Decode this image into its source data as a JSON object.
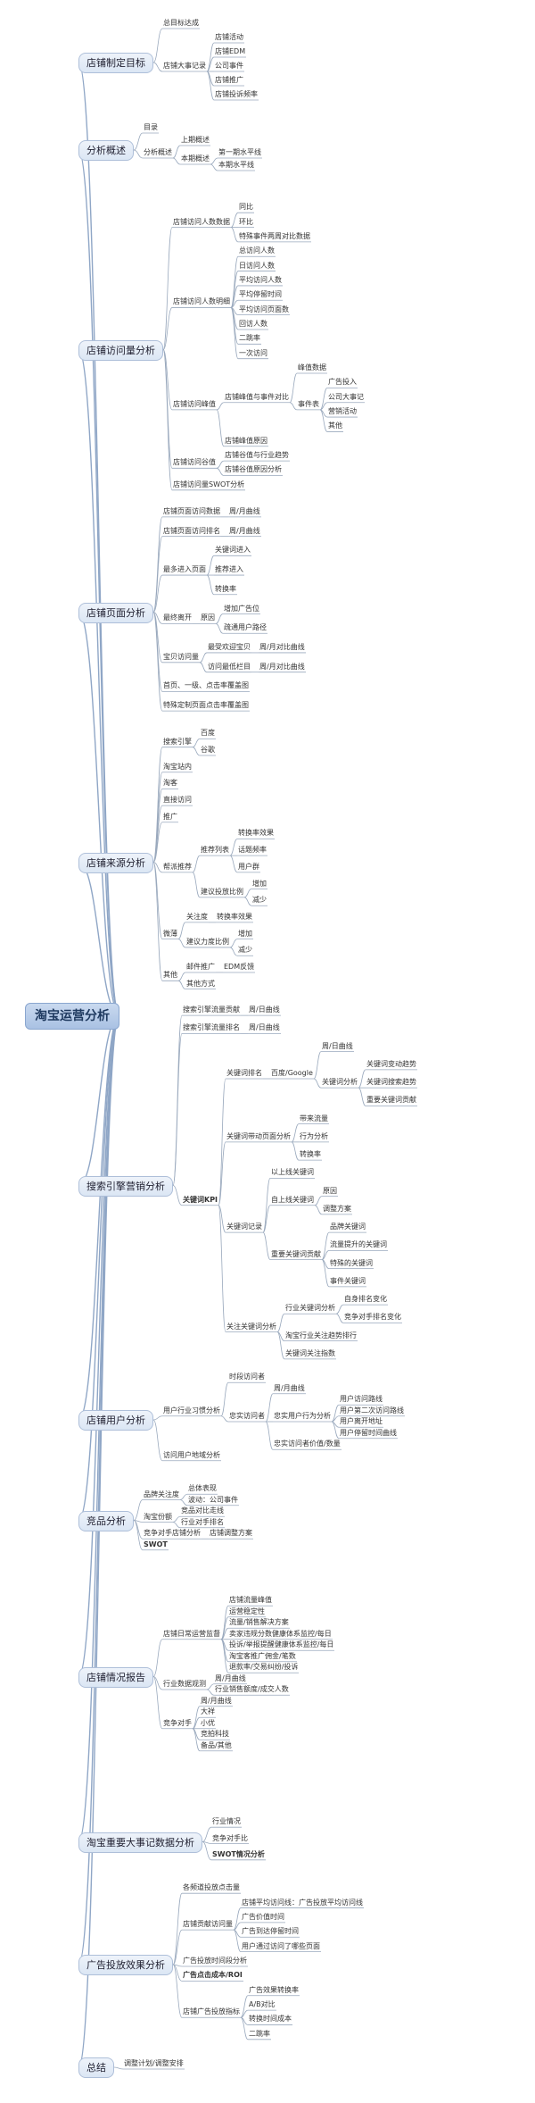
{
  "mindmap": {
    "root": "淘宝运营分析",
    "branches": [
      {
        "label": "店铺制定目标",
        "children": [
          {
            "label": "总目标达成"
          },
          {
            "label": "店铺大事记录",
            "children": [
              {
                "label": "店铺活动"
              },
              {
                "label": "店铺EDM"
              },
              {
                "label": "公司事件"
              },
              {
                "label": "店铺推广"
              },
              {
                "label": "店铺投诉频率"
              }
            ]
          }
        ]
      },
      {
        "label": "分析概述",
        "children": [
          {
            "label": "目录"
          },
          {
            "label": "分析概述",
            "children": [
              {
                "label": "上期概述"
              },
              {
                "label": "本期概述",
                "children": [
                  {
                    "label": "第一期水平线"
                  },
                  {
                    "label": "本期水平线"
                  }
                ]
              }
            ]
          }
        ]
      },
      {
        "label": "店铺访问量分析",
        "children": [
          {
            "label": "店铺访问人数数据",
            "children": [
              {
                "label": "同比"
              },
              {
                "label": "环比"
              },
              {
                "label": "特殊事件两周对比数据"
              }
            ]
          },
          {
            "label": "店铺访问人数明细",
            "children": [
              {
                "label": "总访问人数"
              },
              {
                "label": "日访问人数"
              },
              {
                "label": "平均访问人数"
              },
              {
                "label": "平均停留时间"
              },
              {
                "label": "平均访问页面数"
              },
              {
                "label": "回访人数"
              },
              {
                "label": "二跳率"
              },
              {
                "label": "一次访问"
              }
            ]
          },
          {
            "label": "店铺访问峰值",
            "children": [
              {
                "label": "店铺峰值与事件对比",
                "children": [
                  {
                    "label": "峰值数据"
                  },
                  {
                    "label": "事件表",
                    "children": [
                      {
                        "label": "广告投入"
                      },
                      {
                        "label": "公司大事记"
                      },
                      {
                        "label": "营销活动"
                      },
                      {
                        "label": "其他"
                      }
                    ]
                  }
                ]
              },
              {
                "label": "店铺峰值原因"
              }
            ]
          },
          {
            "label": "店铺访问谷值",
            "children": [
              {
                "label": "店铺谷值与行业趋势"
              },
              {
                "label": "店铺谷值原因分析"
              }
            ]
          },
          {
            "label": "店铺访问量SWOT分析"
          }
        ]
      },
      {
        "label": "店铺页面分析",
        "children": [
          {
            "label": "店铺页面访问数据",
            "children": [
              {
                "label": "周/月曲线"
              }
            ]
          },
          {
            "label": "店铺页面访问排名",
            "children": [
              {
                "label": "周/月曲线"
              }
            ]
          },
          {
            "label": "最多进入页面",
            "children": [
              {
                "label": "关键词进入"
              },
              {
                "label": "推荐进入"
              },
              {
                "label": "转换率"
              }
            ]
          },
          {
            "label": "最终离开",
            "children": [
              {
                "label": "原因",
                "children": [
                  {
                    "label": "增加广告位"
                  },
                  {
                    "label": "疏通用户路径"
                  }
                ]
              }
            ]
          },
          {
            "label": "宝贝访问量",
            "children": [
              {
                "label": "最受欢迎宝贝",
                "children": [
                  {
                    "label": "周/月对比曲线"
                  }
                ]
              },
              {
                "label": "访问最低栏目",
                "children": [
                  {
                    "label": "周/月对比曲线"
                  }
                ]
              }
            ]
          },
          {
            "label": "首页、一级、点击率覆盖图"
          },
          {
            "label": "特殊定制页面点击率覆盖图"
          }
        ]
      },
      {
        "label": "店铺来源分析",
        "children": [
          {
            "label": "搜索引擎",
            "children": [
              {
                "label": "百度"
              },
              {
                "label": "谷歌"
              }
            ]
          },
          {
            "label": "淘宝站内"
          },
          {
            "label": "淘客"
          },
          {
            "label": "直接访问"
          },
          {
            "label": "推广"
          },
          {
            "label": "帮派推荐",
            "children": [
              {
                "label": "推荐列表",
                "children": [
                  {
                    "label": "转换率效果"
                  },
                  {
                    "label": "话题频率"
                  },
                  {
                    "label": "用户群"
                  }
                ]
              },
              {
                "label": "建议投放比例",
                "children": [
                  {
                    "label": "增加"
                  },
                  {
                    "label": "减少"
                  }
                ]
              }
            ]
          },
          {
            "label": "微薄",
            "children": [
              {
                "label": "关注度",
                "children": [
                  {
                    "label": "转换率效果"
                  }
                ]
              },
              {
                "label": "建议力度比例",
                "children": [
                  {
                    "label": "增加"
                  },
                  {
                    "label": "减少"
                  }
                ]
              }
            ]
          },
          {
            "label": "其他",
            "children": [
              {
                "label": "邮件推广",
                "children": [
                  {
                    "label": "EDM反馈"
                  }
                ]
              },
              {
                "label": "其他方式"
              }
            ]
          }
        ]
      },
      {
        "label": "搜索引擎营销分析",
        "children": [
          {
            "label": "搜索引擎流量贡献",
            "children": [
              {
                "label": "周/日曲线"
              }
            ]
          },
          {
            "label": "搜索引擎流量排名",
            "children": [
              {
                "label": "周/日曲线"
              }
            ]
          },
          {
            "label": "关键词KPI",
            "bold": true,
            "children": [
              {
                "label": "关键词排名",
                "children": [
                  {
                    "label": "百度/Google",
                    "children": [
                      {
                        "label": "周/日曲线"
                      },
                      {
                        "label": "关键词分析",
                        "children": [
                          {
                            "label": "关键词变动趋势"
                          },
                          {
                            "label": "关键词搜索趋势"
                          },
                          {
                            "label": "重要关键词贡献"
                          }
                        ]
                      }
                    ]
                  }
                ]
              },
              {
                "label": "关键词带动页面分析",
                "children": [
                  {
                    "label": "带来流量"
                  },
                  {
                    "label": "行为分析"
                  },
                  {
                    "label": "转换率"
                  }
                ]
              },
              {
                "label": "关键词记录",
                "children": [
                  {
                    "label": "以上线关键词"
                  },
                  {
                    "label": "自上线关键词",
                    "children": [
                      {
                        "label": "原因"
                      },
                      {
                        "label": "调整方案"
                      }
                    ]
                  },
                  {
                    "label": "重要关键词贡献",
                    "children": [
                      {
                        "label": "品牌关键词"
                      },
                      {
                        "label": "流量提升的关键词"
                      },
                      {
                        "label": "特殊的关键词"
                      },
                      {
                        "label": "事件关键词"
                      }
                    ]
                  }
                ]
              },
              {
                "label": "关注关键词分析",
                "children": [
                  {
                    "label": "行业关键词分析",
                    "children": [
                      {
                        "label": "自身排名变化"
                      },
                      {
                        "label": "竞争对手排名变化"
                      }
                    ]
                  },
                  {
                    "label": "淘宝行业关注趋势排行"
                  },
                  {
                    "label": "关键词关注指数"
                  }
                ]
              }
            ]
          }
        ]
      },
      {
        "label": "店铺用户分析",
        "children": [
          {
            "label": "用户行业习惯分析",
            "children": [
              {
                "label": "时段访问者"
              },
              {
                "label": "忠实访问者",
                "children": [
                  {
                    "label": "周/月曲线"
                  },
                  {
                    "label": "忠实用户行为分析",
                    "children": [
                      {
                        "label": "用户访问路线"
                      },
                      {
                        "label": "用户第二次访问路线"
                      },
                      {
                        "label": "用户离开地址"
                      },
                      {
                        "label": "用户停留时间曲线"
                      }
                    ]
                  },
                  {
                    "label": "忠实访问者价值/数量"
                  }
                ]
              }
            ]
          },
          {
            "label": "访问用户地域分析"
          }
        ]
      },
      {
        "label": "竞品分析",
        "children": [
          {
            "label": "品牌关注度",
            "children": [
              {
                "label": "总体表现"
              },
              {
                "label": "波动：公司事件"
              }
            ]
          },
          {
            "label": "淘宝份额",
            "children": [
              {
                "label": "竞品对比走线"
              },
              {
                "label": "行业对手排名"
              }
            ]
          },
          {
            "label": "竞争对手店铺分析",
            "children": [
              {
                "label": "店铺调整方案"
              }
            ]
          },
          {
            "label": "SWOT",
            "bold": true
          }
        ]
      },
      {
        "label": "店铺情况报告",
        "children": [
          {
            "label": "店铺日常运营监督",
            "children": [
              {
                "label": "店铺流量峰值"
              },
              {
                "label": "运营稳定性"
              },
              {
                "label": "流量/销售解决方案"
              },
              {
                "label": "卖家违规分数健康体系监控/每日"
              },
              {
                "label": "投诉/举报提醒健康体系监控/每日"
              },
              {
                "label": "淘宝客推广佣金/笔数"
              },
              {
                "label": "退款率/交易纠纷/投诉"
              }
            ]
          },
          {
            "label": "行业数据观测",
            "children": [
              {
                "label": "周/月曲线"
              },
              {
                "label": "行业销售额度/成交人数"
              }
            ]
          },
          {
            "label": "竞争对手",
            "children": [
              {
                "label": "周/月曲线"
              },
              {
                "label": "大祥"
              },
              {
                "label": "小优"
              },
              {
                "label": "竞拍科技"
              },
              {
                "label": "备品/其他"
              }
            ]
          }
        ]
      },
      {
        "label": "淘宝重要大事记数据分析",
        "children": [
          {
            "label": "行业情况"
          },
          {
            "label": "竞争对手比"
          },
          {
            "label": "SWOT情况分析",
            "bold": true
          }
        ]
      },
      {
        "label": "广告投放效果分析",
        "children": [
          {
            "label": "各频道投放点击量"
          },
          {
            "label": "店铺贡献访问量",
            "children": [
              {
                "label": "店铺平均访问线：广告投放平均访问线"
              },
              {
                "label": "广告价值时间"
              },
              {
                "label": "广告到达停留时间"
              },
              {
                "label": "用户通过访问了哪些页面"
              }
            ]
          },
          {
            "label": "广告投放时间段分析"
          },
          {
            "label": "广告点击成本/ROI",
            "bold": true
          },
          {
            "label": "店铺广告投放指标",
            "children": [
              {
                "label": "广告效果转换率"
              },
              {
                "label": "A/B对比"
              },
              {
                "label": "转换时间成本"
              },
              {
                "label": "二跳率"
              }
            ]
          }
        ]
      },
      {
        "label": "总结",
        "children": [
          {
            "label": "调整计划/调整安排"
          }
        ]
      }
    ]
  }
}
